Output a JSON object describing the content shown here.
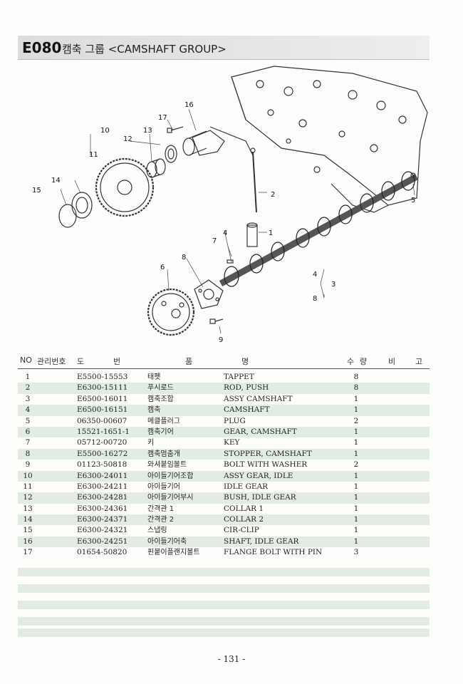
{
  "header": {
    "code": "E080",
    "title": "캠축 그룹 <CAMSHAFT GROUP>"
  },
  "diagram": {
    "callouts": [
      "1",
      "2",
      "3",
      "4",
      "5",
      "6",
      "7",
      "8",
      "9",
      "10",
      "11",
      "12",
      "13",
      "14",
      "15",
      "16",
      "17",
      "4",
      "8"
    ]
  },
  "table": {
    "headers": {
      "no": "NO",
      "mgmt": "관리번호",
      "do": "도",
      "beon": "번",
      "pum": "품",
      "myeong": "명",
      "su": "수",
      "ryang": "량",
      "bi": "비",
      "go": "고"
    },
    "rows": [
      {
        "no": "1",
        "part": "E5500-15553",
        "kr": "태펫",
        "en": "TAPPET",
        "qty": "8"
      },
      {
        "no": "2",
        "part": "E6300-15111",
        "kr": "푸시로드",
        "en": "ROD, PUSH",
        "qty": "8"
      },
      {
        "no": "3",
        "part": "E6500-16011",
        "kr": "캠축조합",
        "en": "ASSY CAMSHAFT",
        "qty": "1"
      },
      {
        "no": "4",
        "part": "E6500-16151",
        "kr": "캠축",
        "en": "CAMSHAFT",
        "qty": "1"
      },
      {
        "no": "5",
        "part": "06350-00607",
        "kr": "메클플러그",
        "en": "PLUG",
        "qty": "2"
      },
      {
        "no": "6",
        "part": "15521-1651-1",
        "kr": "캠축기어",
        "en": "GEAR, CAMSHAFT",
        "qty": "1"
      },
      {
        "no": "7",
        "part": "05712-00720",
        "kr": "키",
        "en": "KEY",
        "qty": "1"
      },
      {
        "no": "8",
        "part": "E5500-16272",
        "kr": "캠축멈춤개",
        "en": "STOPPER, CAMSHAFT",
        "qty": "1"
      },
      {
        "no": "9",
        "part": "01123-50818",
        "kr": "와셔붙임볼트",
        "en": "BOLT WITH WASHER",
        "qty": "2"
      },
      {
        "no": "10",
        "part": "E6300-24011",
        "kr": "아이들기어조합",
        "en": "ASSY GEAR, IDLE",
        "qty": "1"
      },
      {
        "no": "11",
        "part": "E6300-24211",
        "kr": "아이들기어",
        "en": "IDLE GEAR",
        "qty": "1"
      },
      {
        "no": "12",
        "part": "E6300-24281",
        "kr": "아이들기어부시",
        "en": "BUSH, IDLE GEAR",
        "qty": "1"
      },
      {
        "no": "13",
        "part": "E6300-24361",
        "kr": "간격관 1",
        "en": "COLLAR 1",
        "qty": "1"
      },
      {
        "no": "14",
        "part": "E6300-24371",
        "kr": "간격관 2",
        "en": "COLLAR 2",
        "qty": "1"
      },
      {
        "no": "15",
        "part": "E6300-24321",
        "kr": "스냅링",
        "en": "CIR-CLIP",
        "qty": "1"
      },
      {
        "no": "16",
        "part": "E6300-24251",
        "kr": "아이들기어축",
        "en": "SHAFT, IDLE GEAR",
        "qty": "1"
      },
      {
        "no": "17",
        "part": "01654-50820",
        "kr": "핀붙이플랜지볼트",
        "en": "FLANGE BOLT WITH PIN",
        "qty": "3"
      }
    ]
  },
  "page_number": "- 131 -"
}
